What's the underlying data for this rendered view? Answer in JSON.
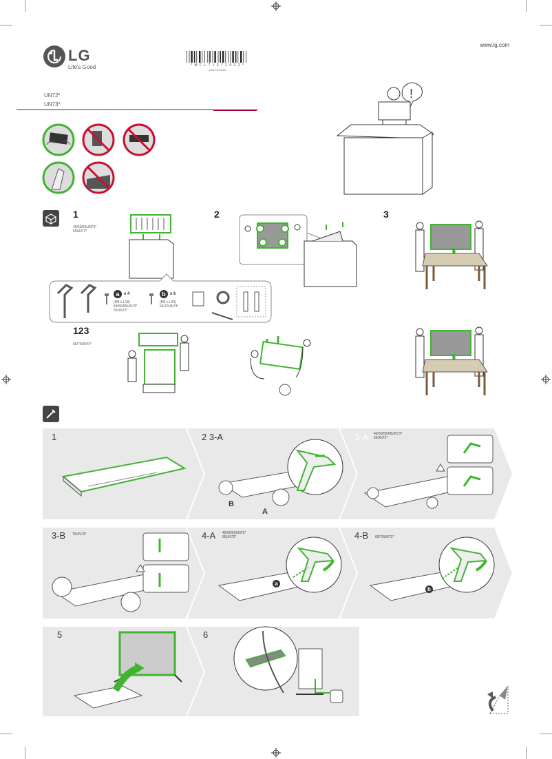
{
  "header": {
    "url": "www.lg.com",
    "brand": "LG",
    "tagline": "Life's Good",
    "barcode_number": "* M F L 7 1 6 7 2 9 2 2 *",
    "barcode_sub": "(2001-REV00)",
    "models": [
      "UN72*",
      "UN73*"
    ]
  },
  "unpacking": {
    "step1": {
      "number": "1",
      "note_lines": [
        "49/50/55UN73*",
        "55UN72*"
      ]
    },
    "step2": {
      "number": "2"
    },
    "step3": {
      "number": "3"
    },
    "step123": {
      "number": "123",
      "note": "65/70UN73*"
    },
    "accessories": {
      "screw_a": {
        "letter": "a",
        "count": "x 4",
        "spec": "(M4 x L16)",
        "models": [
          "49/50/55UN73*",
          "55UN72*"
        ]
      },
      "screw_b": {
        "letter": "b",
        "count": "x 6",
        "spec": "(M4 x L20)",
        "models": [
          "65/70UN73*"
        ]
      }
    }
  },
  "assembly": {
    "p1": {
      "label": "1"
    },
    "p2": {
      "label": "2 3-A",
      "marks": [
        "B",
        "A"
      ]
    },
    "p3a": {
      "label": "3-A",
      "note_lines": [
        "49/50/55/65UN73*",
        "55UN72*"
      ]
    },
    "p3b": {
      "label": "3-B",
      "note": "70UN73*"
    },
    "p4a": {
      "label": "4-A",
      "note_lines": [
        "49/50/55UN73*",
        "55UN72*"
      ],
      "mark": "a"
    },
    "p4b": {
      "label": "4-B",
      "note": "65/70UN73*",
      "mark": "b"
    },
    "p5": {
      "label": "5"
    },
    "p6": {
      "label": "6"
    }
  },
  "colors": {
    "accent_green": "#3fb52f",
    "lg_red": "#a50034",
    "panel_gray": "#e9e9e9",
    "warn_red": "#c8102e"
  }
}
